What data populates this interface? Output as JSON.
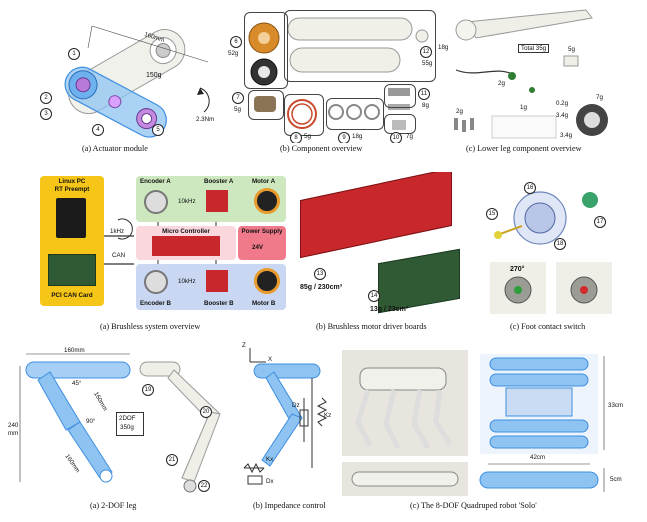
{
  "row1": {
    "actuator": {
      "caption": "(a) Actuator module",
      "dim_length": "160mm",
      "weight": "150g",
      "torque": "2.3Nm",
      "markers": [
        "1",
        "2",
        "3",
        "4",
        "5"
      ]
    },
    "components": {
      "caption": "(b) Component overview",
      "parts": [
        {
          "id": "6",
          "weight": "52g"
        },
        {
          "id": "7",
          "weight": "5g"
        },
        {
          "id": "8",
          "weight": "5g"
        },
        {
          "id": "9",
          "weight": "18g"
        },
        {
          "id": "10",
          "weight": "7g"
        },
        {
          "id": "11",
          "weight": "8g"
        },
        {
          "id": "12",
          "weight": "55g"
        }
      ]
    },
    "lower_leg": {
      "caption": "(c) Lower leg component overview",
      "total": "Total 35g",
      "weights": [
        "18g",
        "5g",
        "2g",
        "1g",
        "2g",
        "7g",
        "0.2g",
        "3.4g",
        "3.4g"
      ]
    }
  },
  "row2": {
    "system": {
      "caption": "(a) Brushless system overview",
      "pc_title_1": "Linux PC",
      "pc_title_2": "RT Preempt",
      "can_card": "PCI CAN Card",
      "rate_can": "1kHz",
      "can": "CAN",
      "encoder_a": "Encoder A",
      "booster_a": "Booster A",
      "motor_a": "Motor A",
      "encoder_b": "Encoder B",
      "booster_b": "Booster B",
      "motor_b": "Motor B",
      "rate_a": "10kHz",
      "rate_b": "10kHz",
      "micro": "Micro Controller",
      "power": "Power Supply",
      "voltage": "24V"
    },
    "boards": {
      "caption": "(b) Brushless motor driver boards",
      "m13": "13",
      "spec13": "85g / 230cm³",
      "m14": "14",
      "spec14": "13g / 23cm³"
    },
    "foot": {
      "caption": "(c) Foot contact switch",
      "markers": [
        "15",
        "16",
        "17",
        "18"
      ],
      "angle": "270°"
    }
  },
  "row3": {
    "leg": {
      "caption": "(a) 2-DOF leg",
      "top_dim": "160mm",
      "angle1": "45°",
      "angle2": "90°",
      "upper_dim": "160mm",
      "lower_dim": "160mm",
      "height_1": "240",
      "height_2": "mm",
      "box_1": "2DOF",
      "box_2": "350g",
      "markers": [
        "19",
        "20",
        "21",
        "22"
      ]
    },
    "impedance": {
      "caption": "(b) Impedance control",
      "z": "Z",
      "x": "X",
      "dz": "Dz",
      "kz": "Kz",
      "kx": "Kx",
      "dx": "Dx"
    },
    "robot": {
      "caption": "(c) The 8-DOF Quadruped robot 'Solo'",
      "width": "42cm",
      "length": "33cm",
      "height": "5cm"
    }
  },
  "colors": {
    "blue": "#3f8fe0",
    "light_blue": "#a8d0f5",
    "white_part": "#efefe8",
    "pc_panel": "#f5c518",
    "green_panel": "#cde8bf",
    "blue_panel": "#c9d7f2",
    "power_panel": "#f07a8a",
    "board_red": "#c8282c",
    "board_green": "#2f5a34"
  }
}
